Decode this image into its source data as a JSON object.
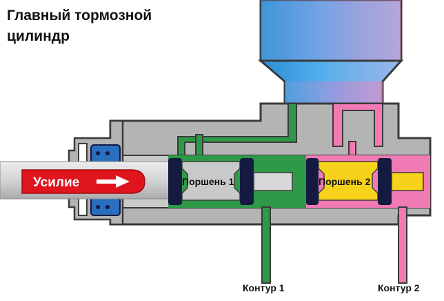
{
  "title": {
    "line1": "Главный тормозной",
    "line2": "цилиндр"
  },
  "labels": {
    "force": "Усилие",
    "piston1": "Поршень 1",
    "piston2": "Поршень 2",
    "circuit1": "Контур 1",
    "circuit2": "Контур 2"
  },
  "colors": {
    "housing": "#b4b4b4",
    "housing_outline": "#3a3a3a",
    "chamber1_fluid": "#2e9a48",
    "chamber2_fluid": "#f07ab4",
    "piston1_body": "#c9c9c9",
    "piston2_body": "#f6d21a",
    "seal": "#151a40",
    "reservoir_blue": "#3fa8e6",
    "reservoir_pink": "#e88ac8",
    "force_arrow": "#e0141c",
    "seal_blue": "#2a6ec0"
  }
}
